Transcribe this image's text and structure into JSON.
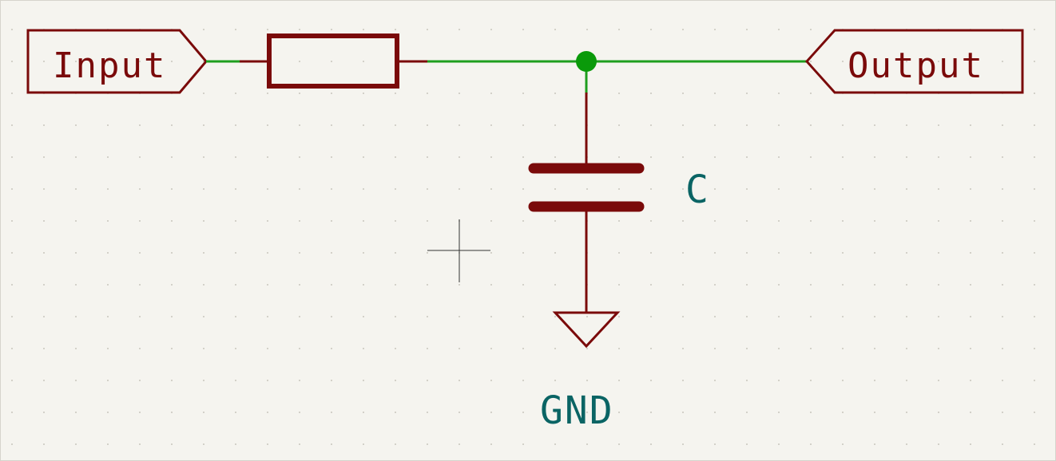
{
  "colors": {
    "background": "#f5f4ef",
    "grid_dot": "#c8c6bd",
    "wire": "#1e9e1e",
    "junction": "#0a9a0a",
    "component": "#7a0a0a",
    "reference_text": "#0a6464",
    "cursor": "#333333"
  },
  "ports": {
    "input_label": "Input",
    "output_label": "Output"
  },
  "components": {
    "capacitor_label": "C",
    "ground_label": "GND"
  }
}
